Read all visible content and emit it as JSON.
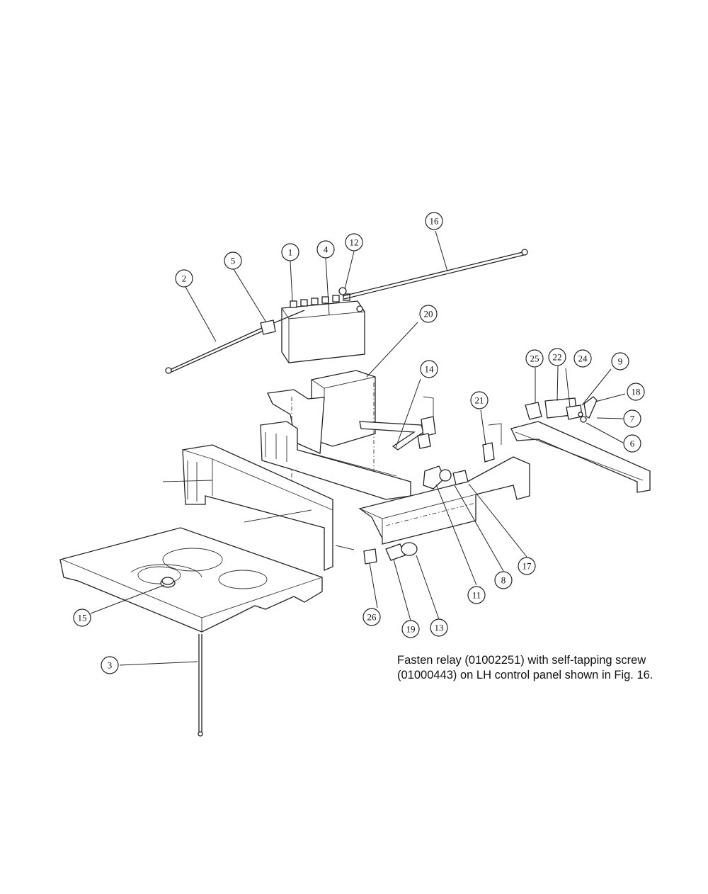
{
  "callouts": [
    {
      "label": "1"
    },
    {
      "label": "2"
    },
    {
      "label": "3"
    },
    {
      "label": "4"
    },
    {
      "label": "5"
    },
    {
      "label": "6"
    },
    {
      "label": "7"
    },
    {
      "label": "8"
    },
    {
      "label": "9"
    },
    {
      "label": "11"
    },
    {
      "label": "12"
    },
    {
      "label": "13"
    },
    {
      "label": "14"
    },
    {
      "label": "15"
    },
    {
      "label": "16"
    },
    {
      "label": "17"
    },
    {
      "label": "18"
    },
    {
      "label": "19"
    },
    {
      "label": "20"
    },
    {
      "label": "21"
    },
    {
      "label": "22"
    },
    {
      "label": "24"
    },
    {
      "label": "25"
    },
    {
      "label": "26"
    }
  ],
  "note": {
    "line1": "Fasten relay (01002251) with self-tapping screw",
    "line2": "(01000443) on LH control panel shown in Fig. 16."
  }
}
